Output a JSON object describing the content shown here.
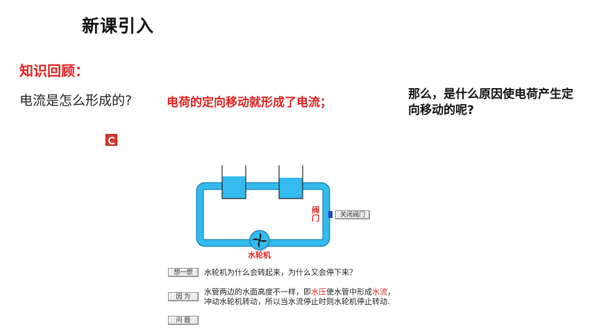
{
  "header": {
    "title": "新课引入"
  },
  "review": {
    "label": "知识回顾："
  },
  "qa": {
    "question": "电流是怎么形成的?",
    "answer": "电荷的定向移动就形成了电流；",
    "followup": "那么，是什么原因使电荷产生定向移动的呢?"
  },
  "icons": {
    "logo": "red-logo-icon",
    "wheel": "water-wheel-icon"
  },
  "simulation": {
    "valve_label": "阀门",
    "wheel_label": "水轮机",
    "close_valve_button": "关闭阀门",
    "think_button": "想一想",
    "think_question": "水轮机为什么会转起来，为什么又会停下来？",
    "because_button": "因 为",
    "explanation_part1": "水管两边的水面高度不一样，即",
    "explanation_highlight1": "水压",
    "explanation_part2": "使水管中形成",
    "explanation_highlight2": "水流",
    "explanation_part3": "，",
    "explanation_line2": "冲动水轮机转动，所以当水流停止时则水轮机停止转动.",
    "problem_button": "问 题"
  },
  "colors": {
    "accent_red": "#e02020",
    "pipe_blue": "#33bbee",
    "pipe_outline": "#1a88bb"
  }
}
